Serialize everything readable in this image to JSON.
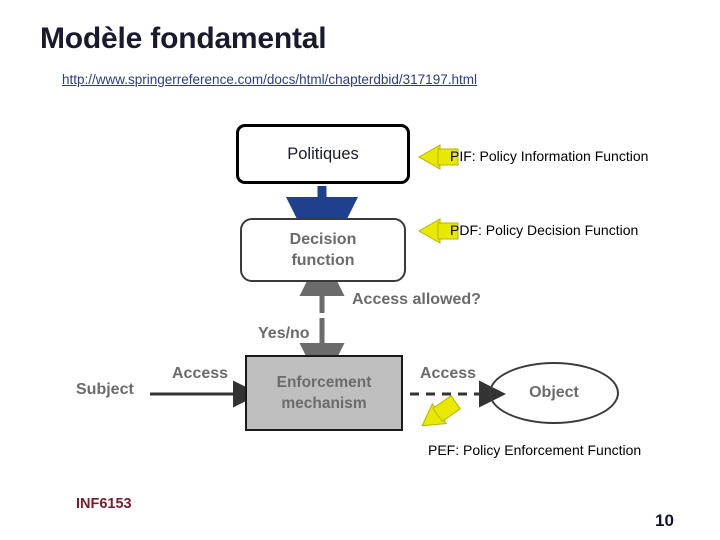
{
  "slide": {
    "title": "Modèle fondamental",
    "url": "http://www.springerreference.com/docs/html/chapterdbid/317197.html",
    "footer_code": "INF6153",
    "page_number": "10"
  },
  "diagram": {
    "policies_box": "Politiques",
    "decision_box": {
      "line1": "Decision",
      "line2": "function"
    },
    "enforcement_box": {
      "line1": "Enforcement",
      "line2": "mechanism"
    },
    "object_ellipse": "Object",
    "subject_label": "Subject",
    "access_label_left": "Access",
    "access_label_right": "Access",
    "access_allowed_label": "Access allowed?",
    "yes_no_label": "Yes/no"
  },
  "callouts": {
    "pif": "PIF: Policy Information Function",
    "pdf": "PDF: Policy Decision Function",
    "pef": "PEF: Policy Enforcement Function"
  },
  "colors": {
    "arrow_yellow": "#e8e800",
    "arrow_blue": "#1f3f8f",
    "enforcement_fill": "#bfbfbf",
    "link": "#2b3a8f",
    "footer_code": "#7b1b2b"
  }
}
